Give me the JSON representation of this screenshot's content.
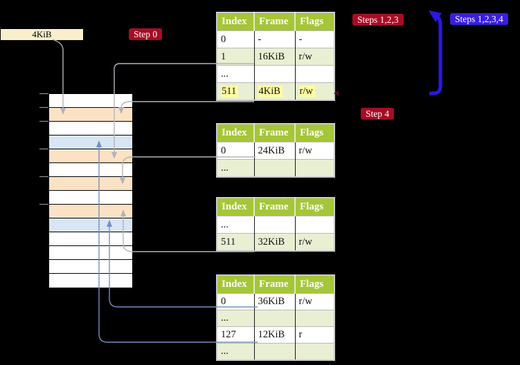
{
  "diagram": "multi-level page table walk",
  "labels": {
    "page_size_box": "4KiB",
    "step0": "Step 0",
    "steps123": "Steps 1,2,3",
    "steps1234": "Steps 1,2,3,4",
    "step4": "Step 4"
  },
  "memory_column": {
    "rows": [
      "white",
      "orange",
      "white",
      "blue",
      "orange",
      "white",
      "orange",
      "white",
      "orange",
      "blue",
      "white",
      "white",
      "white",
      "white"
    ]
  },
  "tables": [
    {
      "name": "page-table-1",
      "headers": [
        "Index",
        "Frame",
        "Flags"
      ],
      "rows": [
        {
          "cells": [
            "0",
            "-",
            "-"
          ],
          "shaded": false,
          "highlight": false
        },
        {
          "cells": [
            "1",
            "16KiB",
            "r/w"
          ],
          "shaded": true,
          "highlight": false
        },
        {
          "cells": [
            "...",
            "",
            ""
          ],
          "shaded": false,
          "highlight": false
        },
        {
          "cells": [
            "511",
            "4KiB",
            "r/w"
          ],
          "shaded": true,
          "highlight": true
        }
      ]
    },
    {
      "name": "page-table-2",
      "headers": [
        "Index",
        "Frame",
        "Flags"
      ],
      "rows": [
        {
          "cells": [
            "0",
            "24KiB",
            "r/w"
          ],
          "shaded": false,
          "highlight": false
        },
        {
          "cells": [
            "...",
            "",
            ""
          ],
          "shaded": true,
          "highlight": false
        }
      ]
    },
    {
      "name": "page-table-3",
      "headers": [
        "Index",
        "Frame",
        "Flags"
      ],
      "rows": [
        {
          "cells": [
            "...",
            "",
            ""
          ],
          "shaded": false,
          "highlight": false
        },
        {
          "cells": [
            "511",
            "32KiB",
            "r/w"
          ],
          "shaded": true,
          "highlight": false
        }
      ]
    },
    {
      "name": "page-table-4",
      "headers": [
        "Index",
        "Frame",
        "Flags"
      ],
      "rows": [
        {
          "cells": [
            "0",
            "36KiB",
            "r/w"
          ],
          "shaded": false,
          "highlight": false
        },
        {
          "cells": [
            "...",
            "",
            ""
          ],
          "shaded": true,
          "highlight": false
        },
        {
          "cells": [
            "127",
            "12KiB",
            "r"
          ],
          "shaded": false,
          "highlight": false
        },
        {
          "cells": [
            "...",
            "",
            ""
          ],
          "shaded": true,
          "highlight": false
        }
      ]
    }
  ],
  "colors": {
    "badge-crimson": "#a80c24",
    "badge-blue": "#3b1de0",
    "table-header-green": "#a5c637",
    "table-row-green": "#e9efd3",
    "table-border": "#cbcbcb",
    "highlight-yellow": "#ffff9e",
    "memory-peach": "#fce2c4",
    "memory-blue": "#d8e5f4",
    "cream-box": "#faefcb",
    "gray-arrow": "#b0b4b9",
    "blue-arrow-thin": "#7590c2",
    "blue-arrow-thick": "#2d16e6",
    "marker-dark-red": "#4c0a16"
  }
}
